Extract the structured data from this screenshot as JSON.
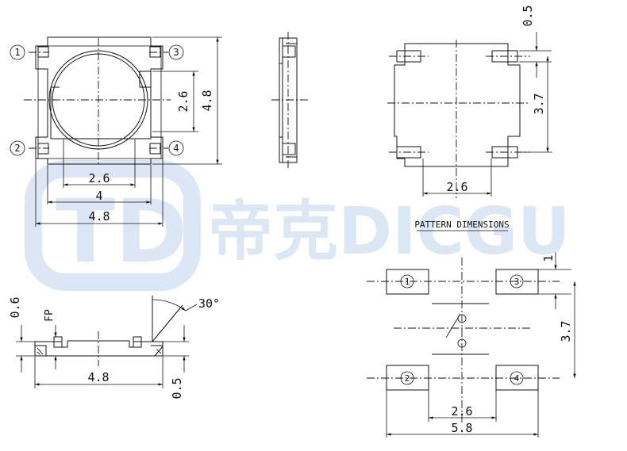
{
  "watermark": {
    "brand": "帝克DICGU",
    "logo": "TD"
  },
  "top_view": {
    "pins": [
      "1",
      "2",
      "3",
      "4"
    ],
    "dims": {
      "inner_height": "2.6",
      "body_height": "4.8",
      "inner_width": "2.6",
      "pad_width": "4",
      "body_width": "4.8"
    }
  },
  "bottom_view": {
    "dims": {
      "pin_offset": "0.5",
      "pin_pitch": "3.7",
      "width": "2.6"
    }
  },
  "side_view": {
    "dims": {
      "height": "0.6",
      "fp_label": "FP",
      "length": "4.8",
      "angle": "30°",
      "lead": "0.5"
    }
  },
  "pattern": {
    "title": "PATTERN DIMENSIONS",
    "pads": [
      "1",
      "2",
      "3",
      "4"
    ],
    "dims": {
      "pad_height": "1",
      "pitch": "3.7",
      "inner_width": "2.6",
      "total_width": "5.8"
    }
  }
}
